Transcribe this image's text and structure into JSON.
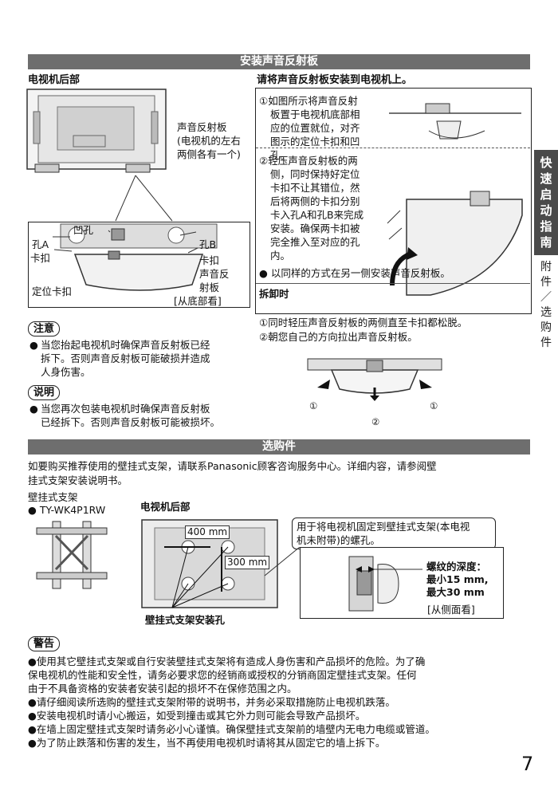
{
  "section1": {
    "title": "安装声音反射板",
    "tv_back_label": "电视机后部",
    "reflector_note": [
      "声音反射板",
      "(电视机的左右",
      "两侧各有一个)"
    ],
    "hole_a": "孔A",
    "hole_recess": "凹孔",
    "hole_b": "孔B",
    "clip_left": "卡扣",
    "clip_right": "卡扣",
    "reflector_label": [
      "声音反",
      "射板"
    ],
    "positioning_clip": "定位卡扣",
    "view_bottom": "[从底部看]",
    "install_heading": "请将声音反射板安装到电视机上。",
    "step1": [
      "①如图所示将声音反射",
      "板置于电视机底部相",
      "应的位置就位，对齐",
      "图示的定位卡扣和凹",
      "孔。"
    ],
    "step2": [
      "②轻压声音反射板的两",
      "侧，同时保持好定位",
      "卡扣不让其错位，然",
      "后将两侧的卡扣分别",
      "卡入孔A和孔B来完成",
      "安装。确保两卡扣被",
      "完全推入至对应的孔",
      "内。"
    ],
    "same_other_side": "● 以同样的方式在另一侧安装声音反射板。",
    "remove_heading": "拆卸时",
    "remove_steps": [
      "①同时轻压声音反射板的两侧直至卡扣都松脱。",
      "②朝您自己的方向拉出声音反射板。"
    ],
    "remove_markers": [
      "①",
      "②",
      "①"
    ],
    "caution_label": "注意",
    "caution_text": [
      "当您抬起电视机时确保声音反射板已经",
      "拆下。否则声音反射板可能破损并造成",
      "人身伤害。"
    ],
    "note_label": "说明",
    "note_text": [
      "当您再次包装电视机时确保声音反射板",
      "已经拆下。否则声音反射板可能被损坏。"
    ]
  },
  "section2": {
    "title": "选购件",
    "intro": [
      "如要购买推荐使用的壁挂式支架，请联系Panasonic顾客咨询服务中心。详细内容，请参阅壁",
      "挂式支架安装说明书。"
    ],
    "bracket_label": "壁挂式支架",
    "bracket_model": "● TY-WK4P1RW",
    "tv_back_label": "电视机后部",
    "dim_400": "400 mm",
    "dim_300": "300 mm",
    "holes_label": "壁挂式支架安装孔",
    "screw_note": [
      "用于将电视机固定到壁挂式支架(本电视",
      "机未附带)的螺孔。"
    ],
    "thread_depth": [
      "螺纹的深度：",
      "最小15 mm,",
      "最大30 mm"
    ],
    "view_side": "[从侧面看]",
    "warning_label": "警告",
    "warnings": [
      "●使用其它壁挂式支架或自行安装壁挂式支架将有造成人身伤害和产品损坏的危险。为了确",
      "  保电视机的性能和安全性，请务必要求您的经销商或授权的分销商固定壁挂式支架。任何",
      "  由于不具备资格的安装者安装引起的损坏不在保修范围之内。",
      "●请仔细阅读所选购的壁挂式支架附带的说明书，并务必采取措施防止电视机跌落。",
      "●安装电视机时请小心搬运，如受到撞击或其它外力则可能会导致产品损坏。",
      "●在墙上固定壁挂式支架时请务必小心谨慎。确保壁挂式支架前的墙壁内无电力电缆或管道。",
      "●为了防止跌落和伤害的发生，当不再使用电视机时请将其从固定它的墙上拆下。"
    ]
  },
  "sidebar": {
    "dark": [
      "快",
      "速",
      "启",
      "动",
      "指",
      "南"
    ],
    "light": [
      "附",
      "件",
      "／",
      "选",
      "购",
      "件"
    ]
  },
  "page_number": "7"
}
